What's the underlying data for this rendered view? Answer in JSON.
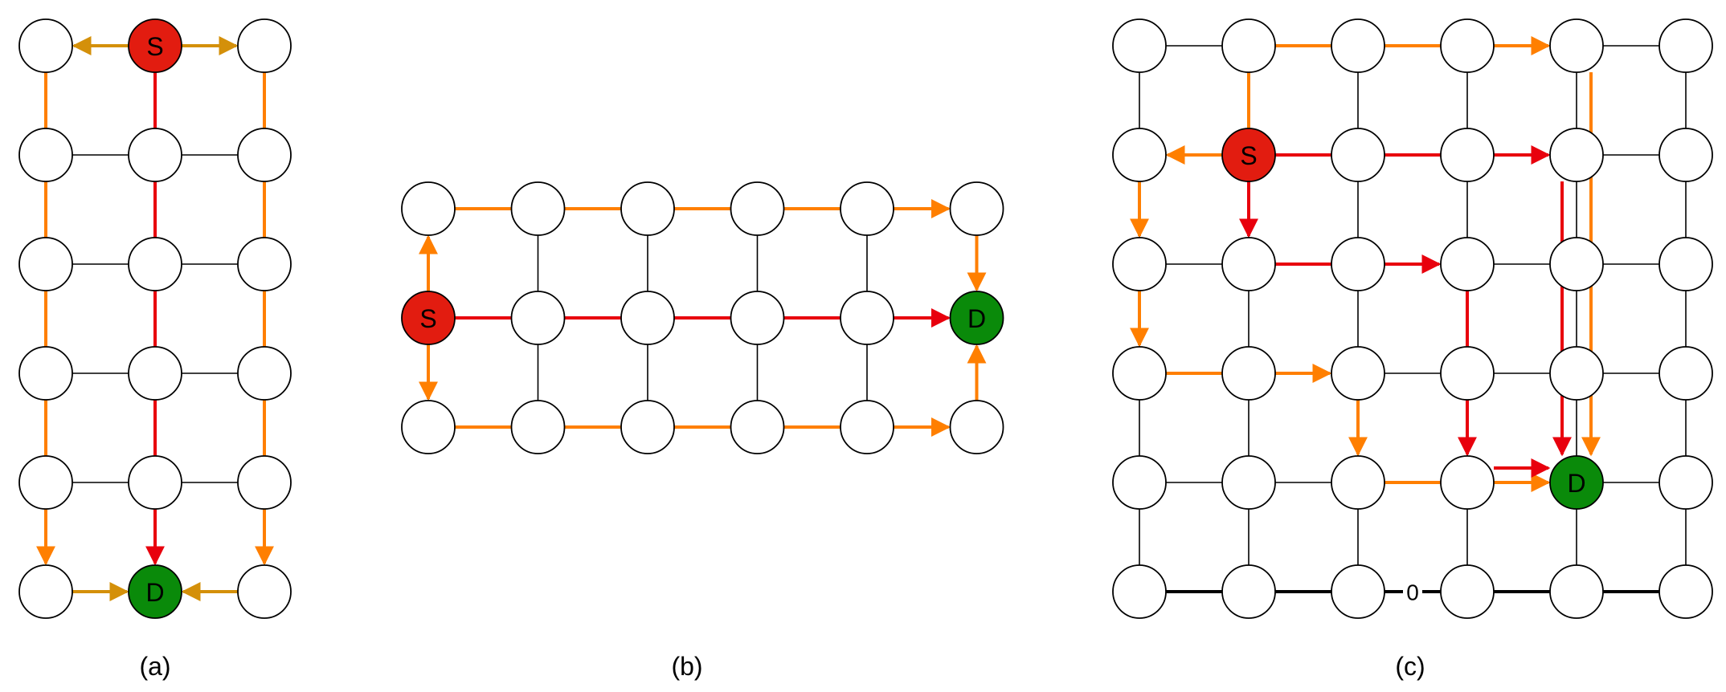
{
  "colors": {
    "grid_edge": "#000000",
    "path_red": "#e8000d",
    "path_orange": "#ff7f00",
    "path_gold": "#d4900a",
    "source_fill": "#e21c10",
    "dest_fill": "#0a8a0a",
    "node_fill": "#ffffff",
    "node_stroke": "#000000"
  },
  "labels": {
    "source": "S",
    "destination": "D",
    "zero": "0"
  },
  "panels": [
    {
      "caption": "(a)",
      "rows": 6,
      "cols": 3,
      "source": [
        0,
        1
      ],
      "destination": [
        5,
        1
      ],
      "plain_edges": [
        [
          [
            1,
            0
          ],
          [
            1,
            1
          ]
        ],
        [
          [
            1,
            1
          ],
          [
            1,
            2
          ]
        ],
        [
          [
            2,
            0
          ],
          [
            2,
            1
          ]
        ],
        [
          [
            2,
            1
          ],
          [
            2,
            2
          ]
        ],
        [
          [
            3,
            0
          ],
          [
            3,
            1
          ]
        ],
        [
          [
            3,
            1
          ],
          [
            3,
            2
          ]
        ],
        [
          [
            4,
            0
          ],
          [
            4,
            1
          ]
        ],
        [
          [
            4,
            1
          ],
          [
            4,
            2
          ]
        ]
      ],
      "colored_paths": [
        {
          "color": "path_gold",
          "nodes": [
            [
              0,
              1
            ],
            [
              0,
              0
            ]
          ],
          "arrow": true
        },
        {
          "color": "path_gold",
          "nodes": [
            [
              0,
              1
            ],
            [
              0,
              2
            ]
          ],
          "arrow": true
        },
        {
          "color": "path_red",
          "nodes": [
            [
              0,
              1
            ],
            [
              1,
              1
            ],
            [
              2,
              1
            ],
            [
              3,
              1
            ],
            [
              4,
              1
            ],
            [
              5,
              1
            ]
          ],
          "arrow": true
        },
        {
          "color": "path_orange",
          "nodes": [
            [
              0,
              0
            ],
            [
              1,
              0
            ],
            [
              2,
              0
            ],
            [
              3,
              0
            ],
            [
              4,
              0
            ],
            [
              5,
              0
            ]
          ],
          "arrow": true
        },
        {
          "color": "path_orange",
          "nodes": [
            [
              0,
              2
            ],
            [
              1,
              2
            ],
            [
              2,
              2
            ],
            [
              3,
              2
            ],
            [
              4,
              2
            ],
            [
              5,
              2
            ]
          ],
          "arrow": true
        },
        {
          "color": "path_gold",
          "nodes": [
            [
              5,
              0
            ],
            [
              5,
              1
            ]
          ],
          "arrow": true
        },
        {
          "color": "path_gold",
          "nodes": [
            [
              5,
              2
            ],
            [
              5,
              1
            ]
          ],
          "arrow": true
        }
      ]
    },
    {
      "caption": "(b)",
      "rows": 3,
      "cols": 6,
      "source": [
        1,
        0
      ],
      "destination": [
        1,
        5
      ],
      "plain_edges": [
        [
          [
            0,
            1
          ],
          [
            1,
            1
          ]
        ],
        [
          [
            1,
            1
          ],
          [
            2,
            1
          ]
        ],
        [
          [
            0,
            2
          ],
          [
            1,
            2
          ]
        ],
        [
          [
            1,
            2
          ],
          [
            2,
            2
          ]
        ],
        [
          [
            0,
            3
          ],
          [
            1,
            3
          ]
        ],
        [
          [
            1,
            3
          ],
          [
            2,
            3
          ]
        ],
        [
          [
            0,
            4
          ],
          [
            1,
            4
          ]
        ],
        [
          [
            1,
            4
          ],
          [
            2,
            4
          ]
        ]
      ],
      "colored_paths": [
        {
          "color": "path_red",
          "nodes": [
            [
              1,
              0
            ],
            [
              1,
              1
            ],
            [
              1,
              2
            ],
            [
              1,
              3
            ],
            [
              1,
              4
            ],
            [
              1,
              5
            ]
          ],
          "arrow": true
        },
        {
          "color": "path_orange",
          "nodes": [
            [
              1,
              0
            ],
            [
              0,
              0
            ]
          ],
          "arrow": true
        },
        {
          "color": "path_orange",
          "nodes": [
            [
              1,
              0
            ],
            [
              2,
              0
            ]
          ],
          "arrow": true
        },
        {
          "color": "path_orange",
          "nodes": [
            [
              0,
              0
            ],
            [
              0,
              1
            ],
            [
              0,
              2
            ],
            [
              0,
              3
            ],
            [
              0,
              4
            ],
            [
              0,
              5
            ]
          ],
          "arrow": true
        },
        {
          "color": "path_orange",
          "nodes": [
            [
              2,
              0
            ],
            [
              2,
              1
            ],
            [
              2,
              2
            ],
            [
              2,
              3
            ],
            [
              2,
              4
            ],
            [
              2,
              5
            ]
          ],
          "arrow": true
        },
        {
          "color": "path_orange",
          "nodes": [
            [
              0,
              5
            ],
            [
              1,
              5
            ]
          ],
          "arrow": true
        },
        {
          "color": "path_orange",
          "nodes": [
            [
              2,
              5
            ],
            [
              1,
              5
            ]
          ],
          "arrow": true
        }
      ]
    },
    {
      "caption": "(c)",
      "rows": 6,
      "cols": 6,
      "source": [
        1,
        1
      ],
      "destination": [
        4,
        4
      ],
      "all_grid_edges": true,
      "colored_paths": [
        {
          "color": "path_orange",
          "nodes": [
            [
              1,
              1
            ],
            [
              0,
              1
            ],
            [
              0,
              2
            ],
            [
              0,
              3
            ],
            [
              0,
              4
            ]
          ],
          "arrow": true
        },
        {
          "color": "path_orange",
          "nodes": [
            [
              0,
              4
            ],
            [
              4,
              4
            ]
          ],
          "arrow": true,
          "offset": [
            18,
            0
          ]
        },
        {
          "color": "path_orange",
          "nodes": [
            [
              1,
              1
            ],
            [
              1,
              0
            ]
          ],
          "arrow": true
        },
        {
          "color": "path_orange",
          "nodes": [
            [
              1,
              0
            ],
            [
              2,
              0
            ]
          ],
          "arrow": true
        },
        {
          "color": "path_orange",
          "nodes": [
            [
              2,
              0
            ],
            [
              3,
              0
            ]
          ],
          "arrow": true
        },
        {
          "color": "path_orange",
          "nodes": [
            [
              3,
              0
            ],
            [
              3,
              1
            ],
            [
              3,
              2
            ]
          ],
          "arrow": true
        },
        {
          "color": "path_orange",
          "nodes": [
            [
              3,
              2
            ],
            [
              4,
              2
            ]
          ],
          "arrow": true
        },
        {
          "color": "path_orange",
          "nodes": [
            [
              4,
              2
            ],
            [
              4,
              3
            ],
            [
              4,
              4
            ]
          ],
          "arrow": true
        },
        {
          "color": "path_red",
          "nodes": [
            [
              1,
              1
            ],
            [
              1,
              2
            ],
            [
              1,
              3
            ],
            [
              1,
              4
            ]
          ],
          "arrow": true
        },
        {
          "color": "path_red",
          "nodes": [
            [
              1,
              4
            ],
            [
              4,
              4
            ]
          ],
          "arrow": true,
          "offset": [
            -18,
            0
          ]
        },
        {
          "color": "path_red",
          "nodes": [
            [
              1,
              1
            ],
            [
              2,
              1
            ]
          ],
          "arrow": true
        },
        {
          "color": "path_red",
          "nodes": [
            [
              2,
              1
            ],
            [
              2,
              2
            ],
            [
              2,
              3
            ]
          ],
          "arrow": true
        },
        {
          "color": "path_red",
          "nodes": [
            [
              2,
              3
            ],
            [
              4,
              3
            ]
          ],
          "arrow": true
        },
        {
          "color": "path_red",
          "nodes": [
            [
              4,
              3
            ],
            [
              4,
              4
            ]
          ],
          "arrow": true,
          "offset": [
            0,
            -18
          ]
        }
      ],
      "zero_line": true
    }
  ]
}
